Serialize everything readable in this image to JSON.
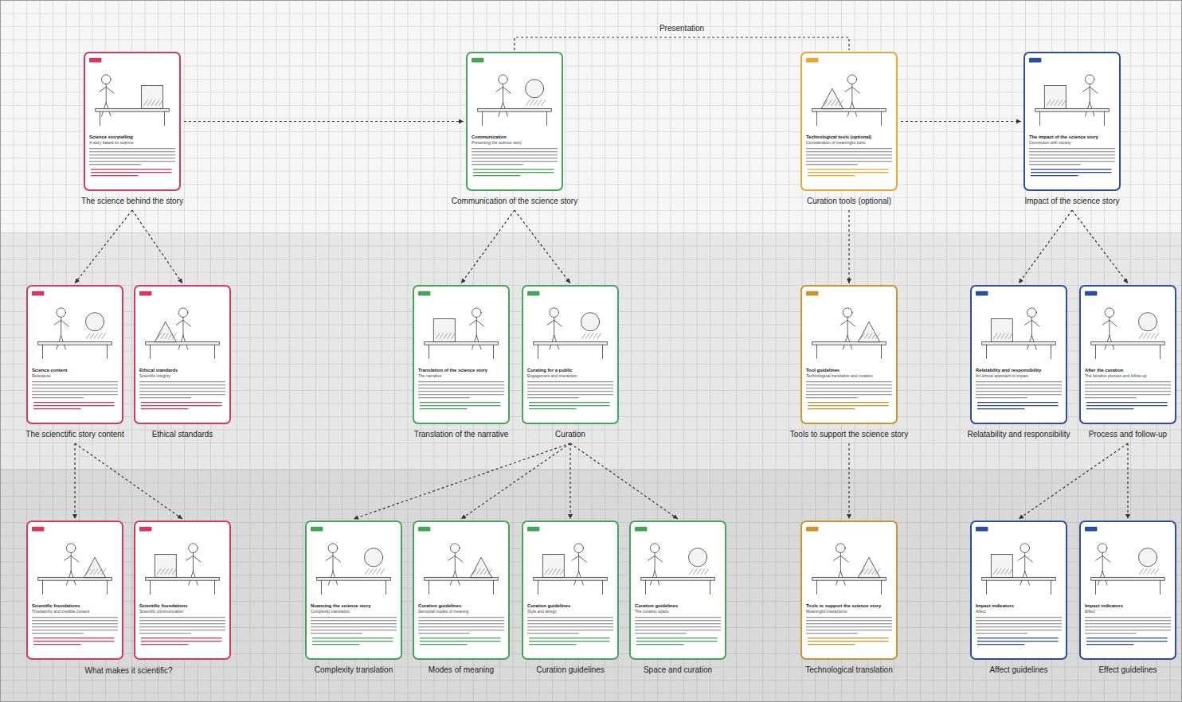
{
  "diagram": {
    "nodes": [
      {
        "text": [
          "Science storytelling",
          "A story based on science",
          "The science behind the story"
        ]
      },
      {
        "text": [
          "Communication",
          "Presenting the science story",
          "Communication of the science story"
        ]
      },
      {
        "text": [
          "Technological tools (optional)",
          "Consideration of meaningful tools",
          "Curation tools (optional)"
        ]
      },
      {
        "text": [
          "The impact of the science story",
          "Connection with society",
          "Impact of the science story"
        ]
      },
      {
        "text": [
          "Science content",
          "Relevance",
          "The scienctific story content"
        ]
      },
      {
        "text": [
          "Ethical standards",
          "Scientific integrity",
          "Ethical standards"
        ]
      },
      {
        "text": [
          "Translation of the science story",
          "The narrative",
          "Translation of the narrative"
        ]
      },
      {
        "text": [
          "Curating for a public",
          "Engagement and interaction",
          "Curation"
        ]
      },
      {
        "text": [
          "Tool guidelines",
          "Technological translation and curation",
          "Tools to support the science story"
        ]
      },
      {
        "text": [
          "Relatability and responsibility",
          "An ethical approach to impact",
          "Relatability and responsibility"
        ]
      },
      {
        "text": [
          "After the curation",
          "The iterative process and follow-up",
          "Process and follow-up"
        ]
      },
      {
        "text": [
          "Scientific foundations",
          "Trustworthy and credible content"
        ]
      },
      {
        "text": [
          "Scientific foundations",
          "Scientific communication"
        ]
      },
      {
        "text": [
          "Nuancing the science story",
          "Complexity translation",
          "Complexity translation"
        ]
      },
      {
        "text": [
          "Curation guidelines",
          "Sensorial modes of meaning",
          "Modes of meaning"
        ]
      },
      {
        "text": [
          "Curation guidelines",
          "Style and design",
          "Curation guidelines"
        ]
      },
      {
        "text": [
          "Curation guidelines",
          "The curation space",
          "Space and curation"
        ]
      },
      {
        "text": [
          "Tools to support the science story",
          "Meaningful interactions",
          "Technological translation"
        ]
      },
      {
        "text": [
          "Impact indicators",
          "Affect",
          "Affect guidelines"
        ]
      },
      {
        "text": [
          "Impact indicators",
          "Effect",
          "Effect guidelines"
        ]
      }
    ],
    "edges": [
      {
        "from": 0,
        "to": 1,
        "arrow": "to"
      },
      {
        "from": 2,
        "to": 3,
        "arrow": "to"
      },
      {
        "from": 1,
        "to": 2,
        "label": "Presentation",
        "arrow": "none"
      },
      {
        "from": 0,
        "to": 4,
        "arrow": "to"
      },
      {
        "from": 0,
        "to": 5,
        "arrow": "to"
      },
      {
        "from": 1,
        "to": 6,
        "arrow": "to"
      },
      {
        "from": 1,
        "to": 7,
        "arrow": "to"
      },
      {
        "from": 2,
        "to": 8,
        "arrow": "to"
      },
      {
        "from": 3,
        "to": 9,
        "arrow": "to"
      },
      {
        "from": 3,
        "to": 10,
        "arrow": "to"
      },
      {
        "from": 4,
        "to": 11,
        "arrow": "to"
      },
      {
        "from": 4,
        "to": 12,
        "arrow": "to"
      },
      {
        "from": 7,
        "to": 13,
        "arrow": "to"
      },
      {
        "from": 7,
        "to": 14,
        "arrow": "to"
      },
      {
        "from": 7,
        "to": 15,
        "arrow": "to"
      },
      {
        "from": 7,
        "to": 16,
        "arrow": "to"
      },
      {
        "from": 8,
        "to": 17,
        "arrow": "to"
      },
      {
        "from": 10,
        "to": 18,
        "arrow": "to"
      },
      {
        "from": 10,
        "to": 19,
        "arrow": "to"
      }
    ],
    "labels": [
      "What makes it scientific?"
    ]
  }
}
